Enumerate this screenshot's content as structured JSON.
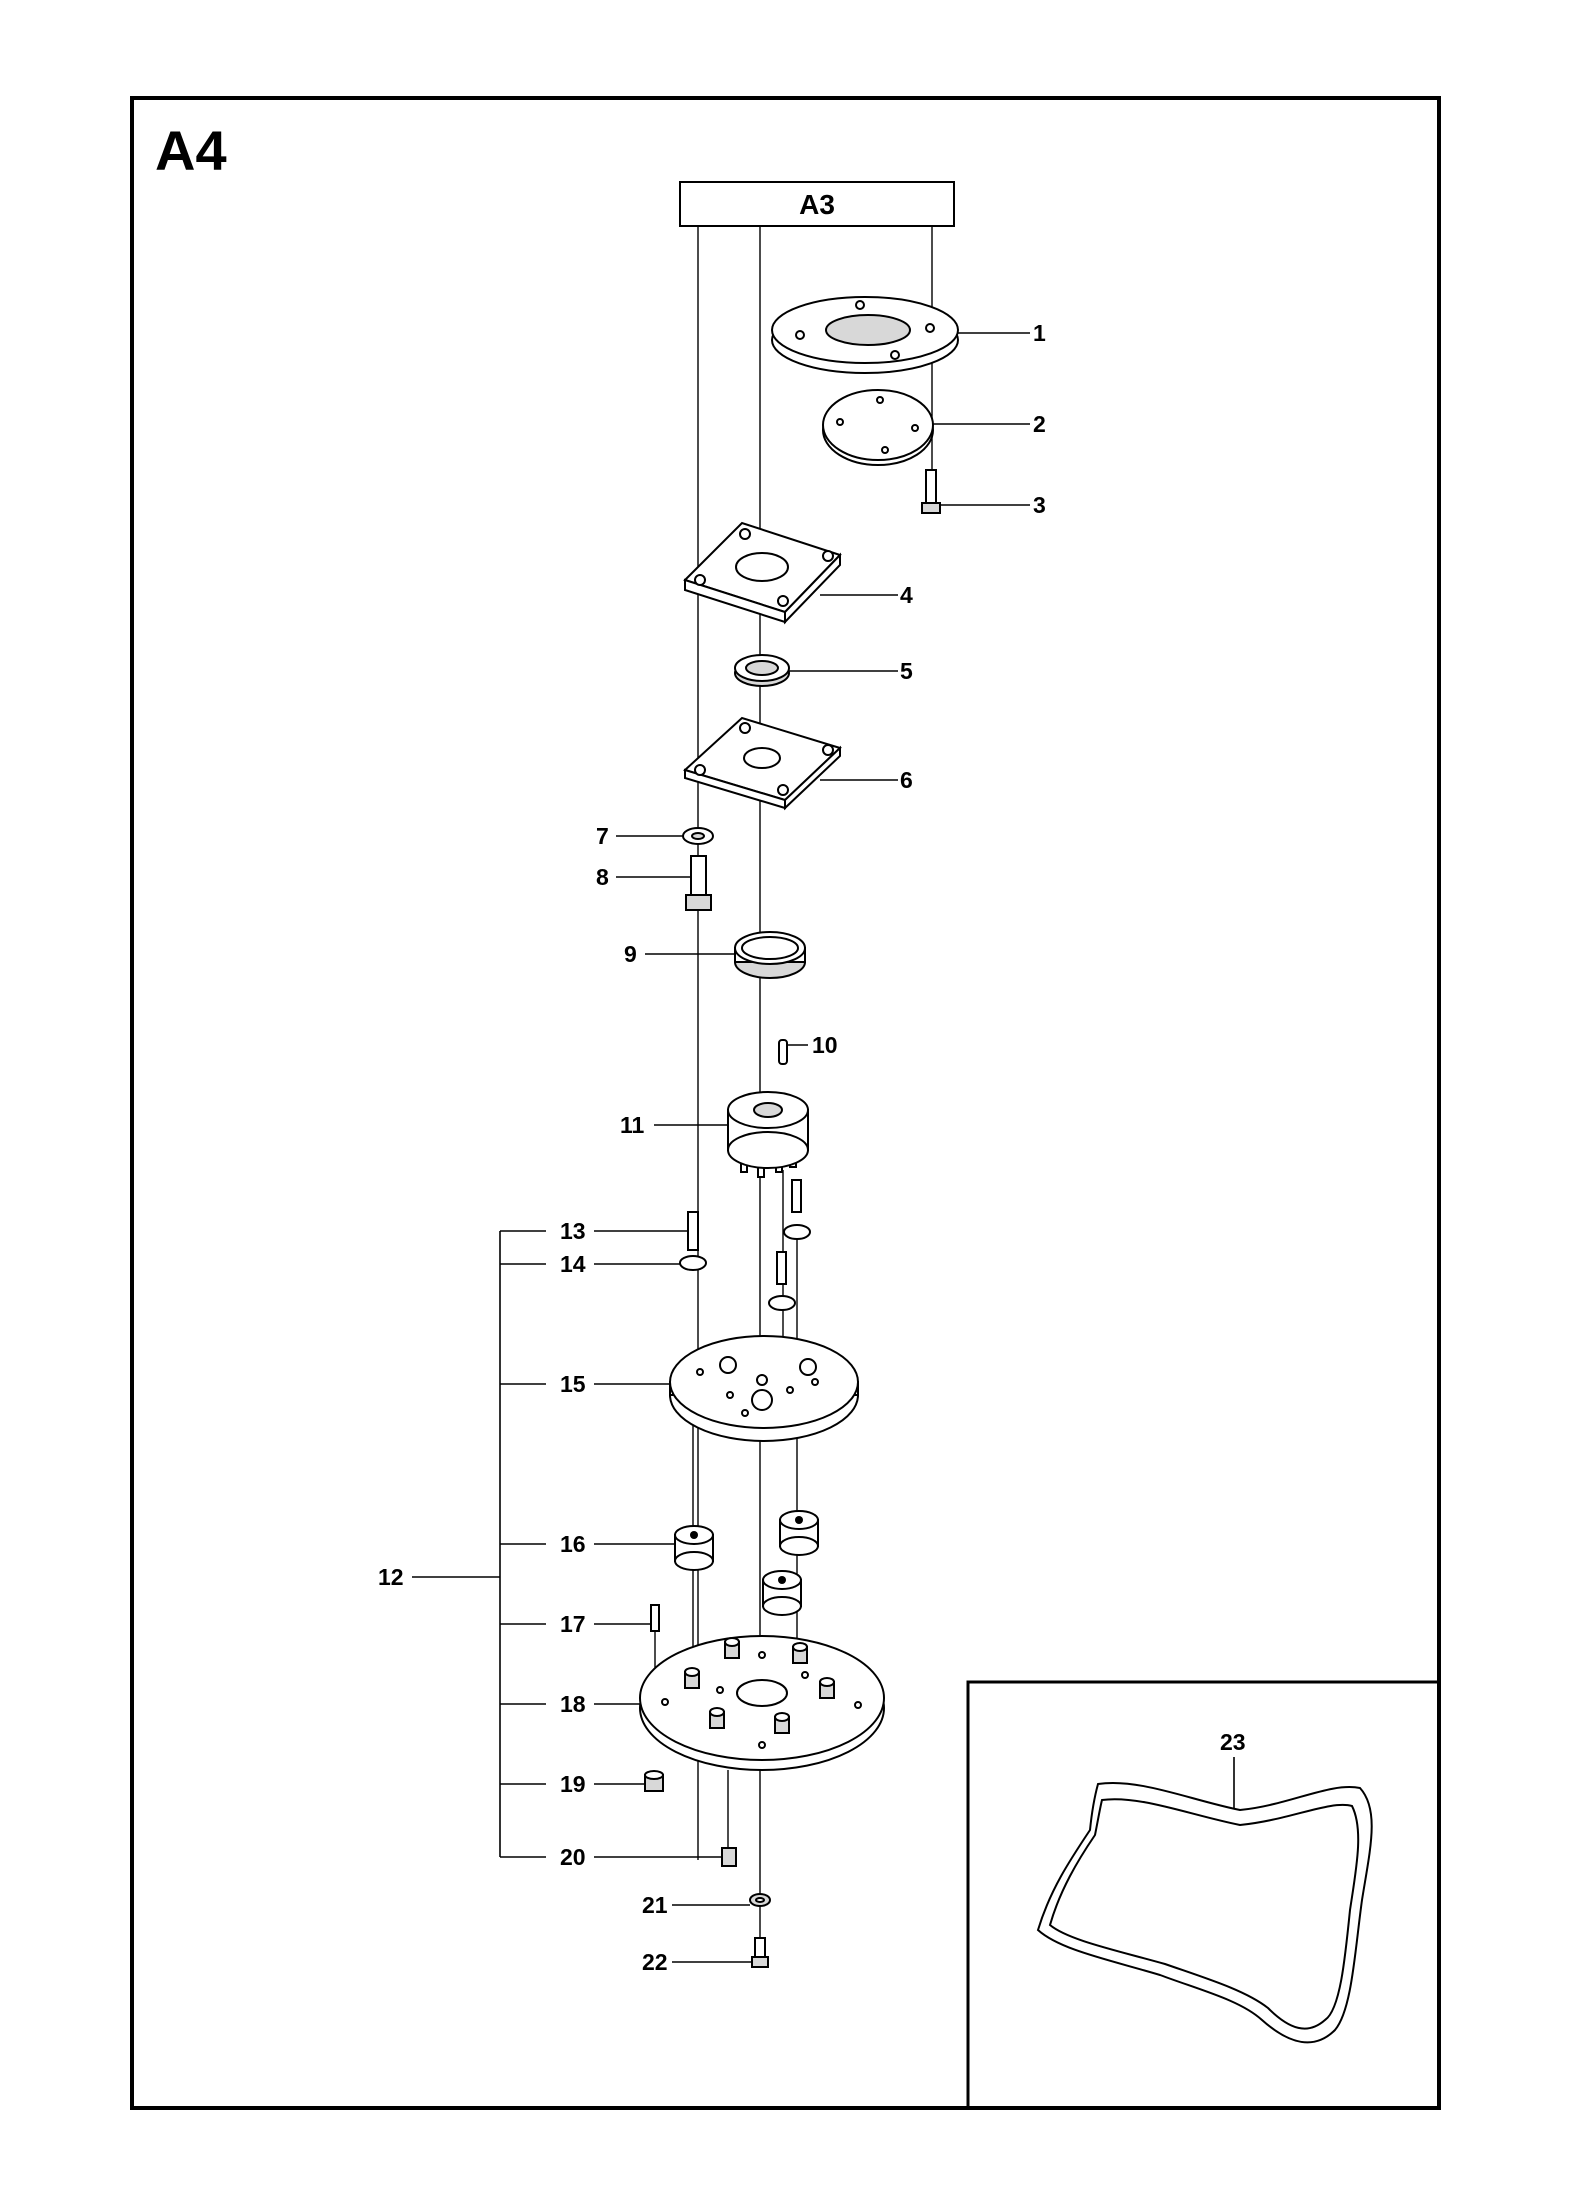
{
  "page": {
    "section_label": "A4",
    "reference_box_label": "A3"
  },
  "callouts": {
    "p1": "1",
    "p2": "2",
    "p3": "3",
    "p4": "4",
    "p5": "5",
    "p6": "6",
    "p7": "7",
    "p8": "8",
    "p9": "9",
    "p10": "10",
    "p11": "11",
    "p12": "12",
    "p13": "13",
    "p14": "14",
    "p15": "15",
    "p16": "16",
    "p17": "17",
    "p18": "18",
    "p19": "19",
    "p20": "20",
    "p21": "21",
    "p22": "22",
    "p23": "23"
  }
}
